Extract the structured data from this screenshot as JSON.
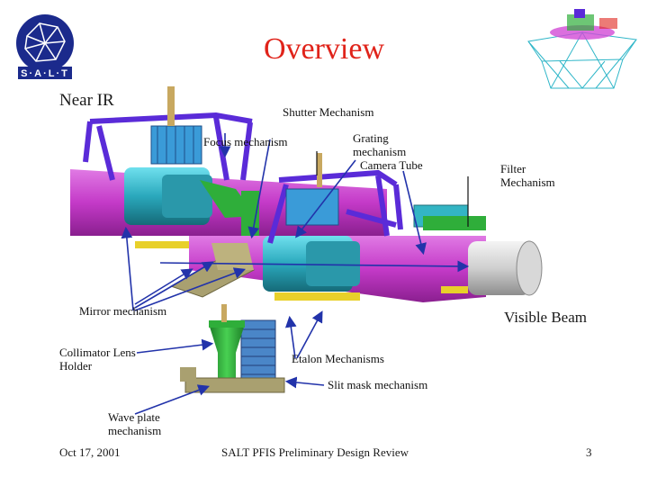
{
  "slide": {
    "title": "Overview",
    "near_ir": "Near IR",
    "visible_beam": "Visible Beam",
    "logo_text": "SALT"
  },
  "labels": {
    "shutter": "Shutter Mechanism",
    "focus": "Focus mechanism",
    "grating": [
      "Grating",
      "mechanism",
      "Camera Tube"
    ],
    "filter": [
      "Filter",
      "Mechanism"
    ],
    "mirror": "Mirror mechanism",
    "collimator": [
      "Collimator Lens",
      "Holder"
    ],
    "etalon": "Etalon Mechanisms",
    "slitmask": "Slit mask mechanism",
    "waveplate": [
      "Wave plate",
      "mechanism"
    ]
  },
  "footer": {
    "date": "Oct 17, 2001",
    "center": "SALT PFIS Preliminary Design Review",
    "page": "3"
  },
  "colors": {
    "title": "#e0231a",
    "magenta": "#d24bd6",
    "purple": "#5a2bd8",
    "cyan": "#2fb6c8",
    "green": "#2fae3a",
    "yellow": "#e8d02a",
    "olive": "#a9a070",
    "navy": "#1b2a8c",
    "blue_arrow": "#2233aa"
  }
}
